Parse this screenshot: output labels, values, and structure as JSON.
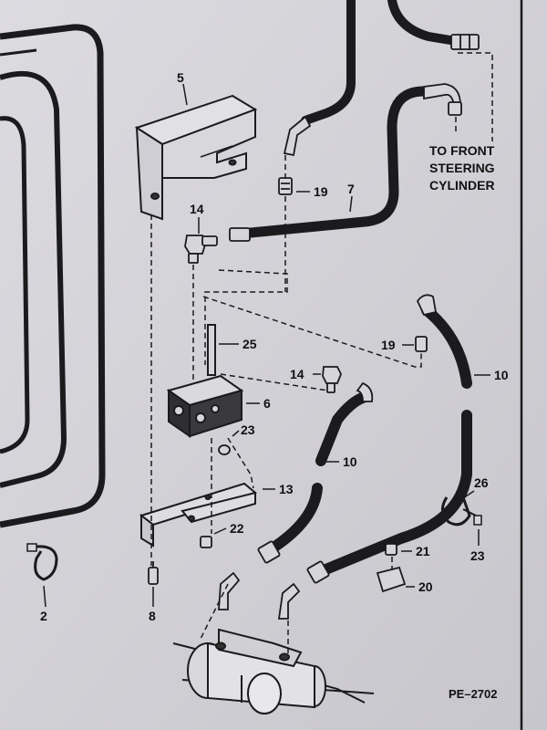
{
  "diagram": {
    "note_lines": [
      "TO FRONT",
      "STEERING",
      "CYLINDER"
    ],
    "reference": "PE–2702",
    "callouts": {
      "c2": "2",
      "c5": "5",
      "c6": "6",
      "c7": "7",
      "c8": "8",
      "c10a": "10",
      "c10b": "10",
      "c13": "13",
      "c14a": "14",
      "c14b": "14",
      "c19a": "19",
      "c19b": "19",
      "c20": "20",
      "c21": "21",
      "c22": "22",
      "c23a": "23",
      "c23b": "23",
      "c25": "25",
      "c26": "26"
    }
  },
  "colors": {
    "paper": "#d2d1d6",
    "ink": "#1b1b1d",
    "hose": "#2b2b2e",
    "background": "#b9b7bd"
  }
}
